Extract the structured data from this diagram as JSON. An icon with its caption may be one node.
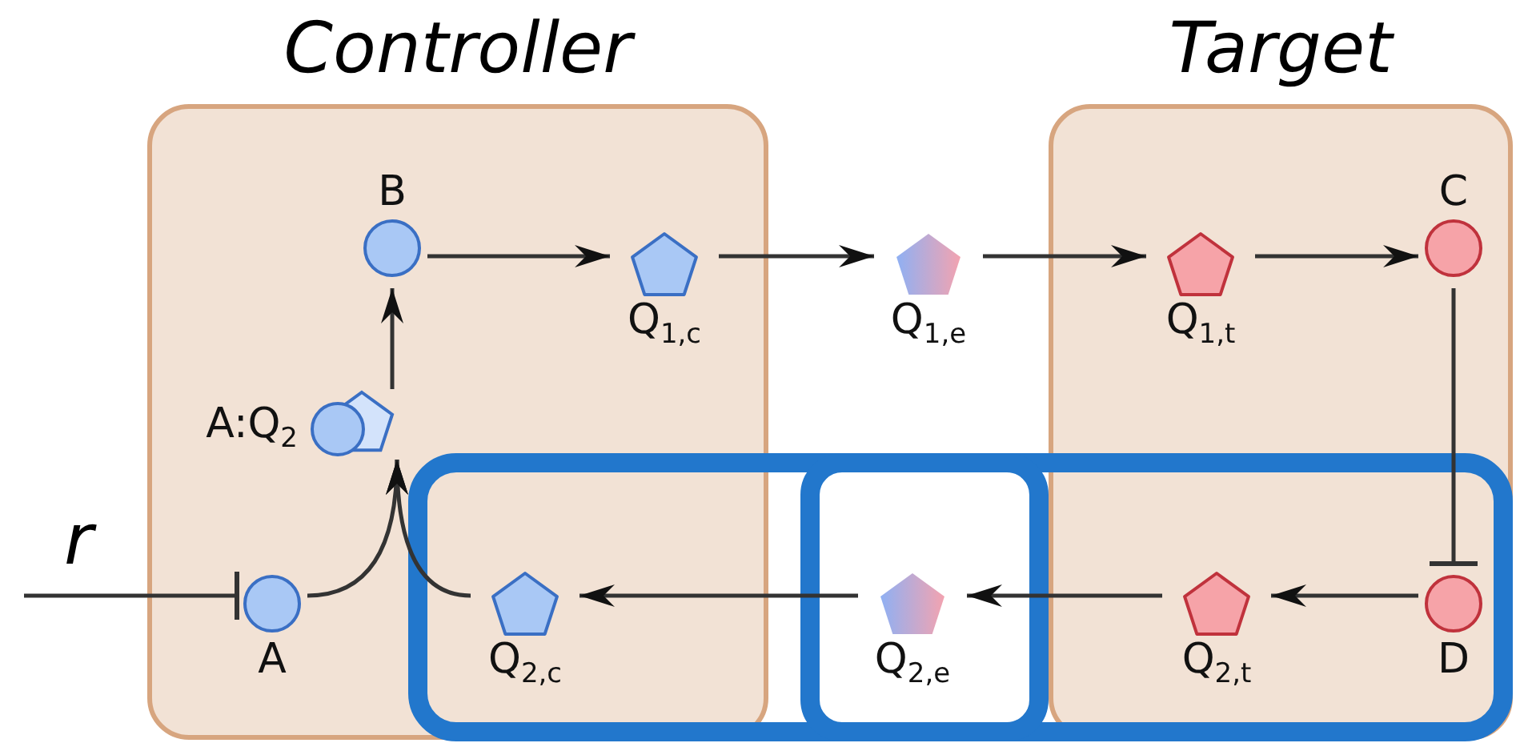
{
  "diagram": {
    "nodes": [
      {
        "text": [
          "Controller"
        ]
      },
      {
        "text": [
          "Target"
        ]
      },
      {
        "text": [],
        "shape": "box"
      },
      {
        "text": [],
        "shape": "box",
        "in": 2
      },
      {
        "text": [],
        "shape": "circle",
        "beside": [
          "B"
        ],
        "in": 0
      },
      {
        "text": [],
        "shape": "pentagon",
        "beside": [
          "Q$_{1,c}$"
        ],
        "in": 0
      },
      {
        "text": [],
        "shape": "pentagon",
        "beside": [
          "Q$_{1,e}$"
        ]
      },
      {
        "text": [],
        "shape": "pentagon",
        "beside": [
          "Q$_{1,t}$"
        ],
        "in": 1
      },
      {
        "text": [],
        "shape": "circle",
        "beside": [
          "C"
        ],
        "in": 1
      },
      {
        "text": [],
        "shape": "picture",
        "beside": [
          "A:Q$_{2}$"
        ],
        "in": 0
      },
      {
        "text": [],
        "shape": "circle",
        "beside": [
          "A"
        ],
        "in": 0
      },
      {
        "text": [],
        "shape": "pentagon",
        "beside": [
          "Q$_{2,c}$"
        ]
      },
      {
        "text": [],
        "shape": "pentagon",
        "beside": [
          "Q$_{2,e}$"
        ],
        "in": 3
      },
      {
        "text": [],
        "shape": "pentagon",
        "beside": [
          "Q$_{2,t}$"
        ]
      },
      {
        "text": [],
        "shape": "circle",
        "beside": [
          "D"
        ]
      }
    ],
    "edges": [
      {
        "from": 4,
        "to": 5,
        "arrow": "to"
      },
      {
        "from": 5,
        "to": 6,
        "arrow": "to"
      },
      {
        "from": 6,
        "to": 7,
        "arrow": "to"
      },
      {
        "from": 7,
        "to": 8,
        "arrow": "to"
      },
      {
        "from": 8,
        "to": 14,
        "arrow": "other"
      },
      {
        "from": 14,
        "to": 13,
        "arrow": "to"
      },
      {
        "from": 13,
        "to": 12,
        "arrow": "to"
      },
      {
        "from": 12,
        "to": 11,
        "arrow": "to"
      },
      {
        "from": 11,
        "to": 9,
        "arrow": "to"
      },
      {
        "from": 10,
        "to": 9,
        "arrow": "to"
      },
      {
        "from": 9,
        "to": 4,
        "arrow": "to"
      },
      {
        "from": null,
        "to": 10,
        "arrow": "other",
        "label": "r"
      }
    ]
  }
}
